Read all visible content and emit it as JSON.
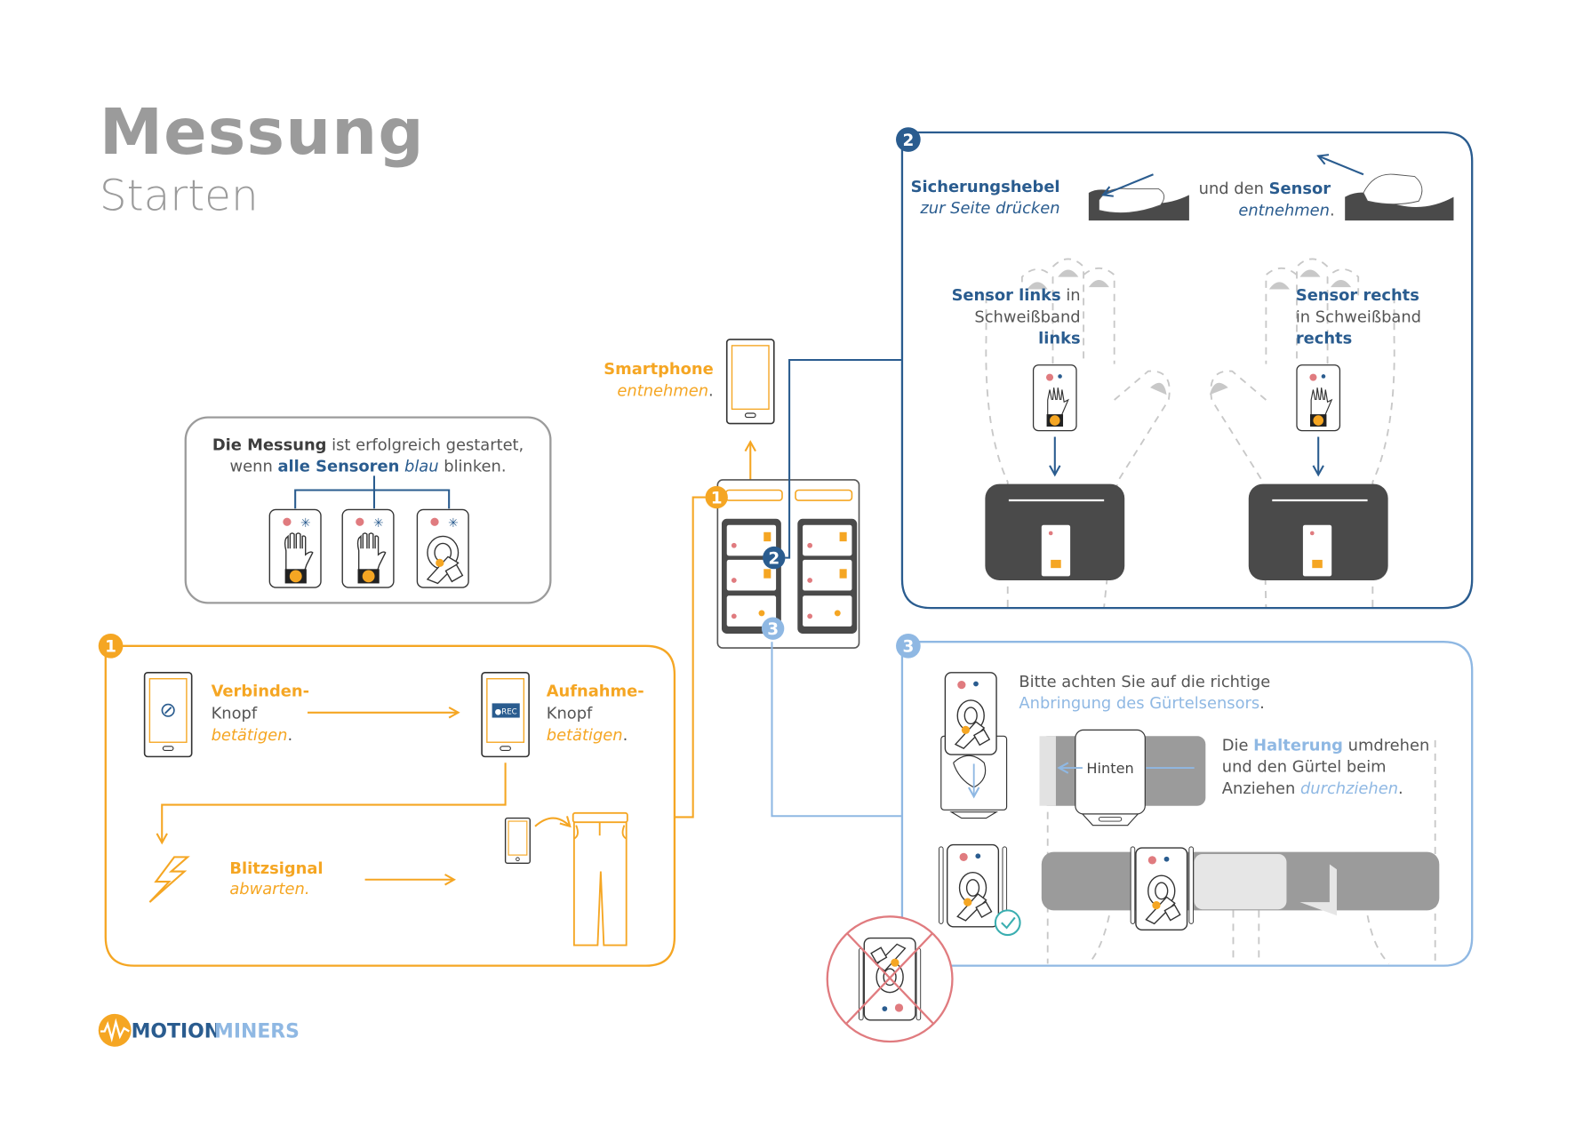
{
  "header": {
    "title": "Messung",
    "subtitle": "Starten"
  },
  "colors": {
    "orange": "#f5a623",
    "dark_blue": "#2a5c8f",
    "light_blue": "#8fb8e3",
    "grey_text": "#555555",
    "title_grey": "#9b9b9b",
    "device_dark": "#4a4a4a",
    "error_red": "#e07b7f",
    "check_teal": "#3aaeb0"
  },
  "info_box": {
    "line1_bold": "Die Messung",
    "line1_rest": " ist erfolgreich gestartet,",
    "line2_pre": "wenn ",
    "line2_bold": "alle Sensoren",
    "line2_ital": " blau",
    "line2_rest": " blinken.",
    "sensors": [
      {
        "type": "hand-left",
        "led": "blinking-blue"
      },
      {
        "type": "hand-right",
        "led": "blinking-blue"
      },
      {
        "type": "belt",
        "led": "blinking-blue"
      }
    ]
  },
  "step1": {
    "badge": "1",
    "connect": {
      "title": "Verbinden-",
      "line2": "Knopf",
      "line3": "betätigen",
      "dot": "."
    },
    "record": {
      "title": "Aufnahme-",
      "line2": "Knopf",
      "line3": "betätigen",
      "dot": ".",
      "screen_label": "●REC"
    },
    "flash": {
      "title": "Blitzsignal",
      "line2": "abwarten."
    },
    "icons": [
      "wifi-off-icon",
      "rec-button-icon",
      "lightning-icon",
      "smartphone-icon",
      "pants-icon"
    ]
  },
  "case": {
    "badges": [
      "1",
      "2",
      "3"
    ],
    "smartphone": {
      "title": "Smartphone",
      "line2": "entnehmen",
      "dot": "."
    }
  },
  "step2": {
    "badge": "2",
    "lever": {
      "bold": "Sicherungshebel",
      "ital": "zur Seite drücken"
    },
    "remove": {
      "pre": "und den ",
      "bold": "Sensor",
      "ital": "entnehmen",
      "dot": "."
    },
    "left": {
      "bold1": "Sensor links",
      "rest1": " in",
      "line2": "Schweißband",
      "bold3": "links"
    },
    "right": {
      "bold1": "Sensor rechts",
      "line2": "in Schweißband",
      "bold3": "rechts"
    }
  },
  "step3": {
    "badge": "3",
    "note_line1": "Bitte achten Sie auf die richtige",
    "note_line2": "Anbringung des Gürtelsensors",
    "note_dot": ".",
    "holder_label": "Hinten",
    "instr_pre": "Die ",
    "instr_bold": "Halterung",
    "instr_rest": " umdrehen",
    "instr_line2": "und den Gürtel beim",
    "instr_line3_pre": "Anziehen ",
    "instr_line3_ital": "durchziehen",
    "instr_dot": "."
  },
  "footer": {
    "logo_part1": "MOTION",
    "logo_part2": "MINERS"
  }
}
